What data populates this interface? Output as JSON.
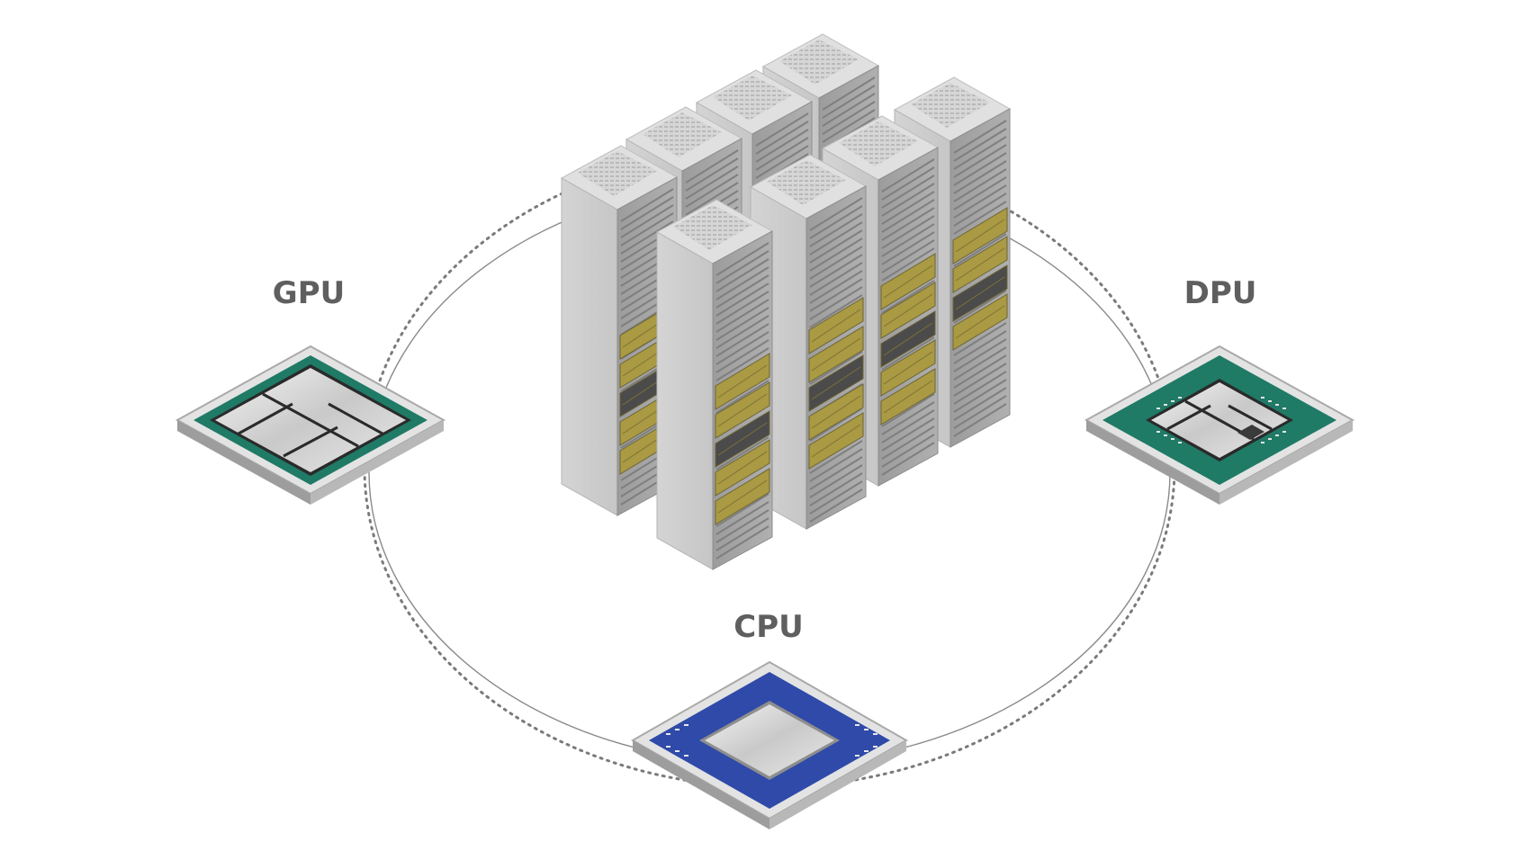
{
  "labels": {
    "gpu": "GPU",
    "dpu": "DPU",
    "cpu": "CPU"
  },
  "colors": {
    "gpu_substrate": "#1f7a66",
    "dpu_substrate": "#1f7a66",
    "cpu_substrate": "#2f4aa8",
    "drive_gold": "#a99a43",
    "rack_gray": "#cfcfcf",
    "label_gray": "#5f5f5f",
    "ring_gray": "#8a8a8a"
  },
  "racks": {
    "back_row_count": 4,
    "front_row_count": 4
  }
}
